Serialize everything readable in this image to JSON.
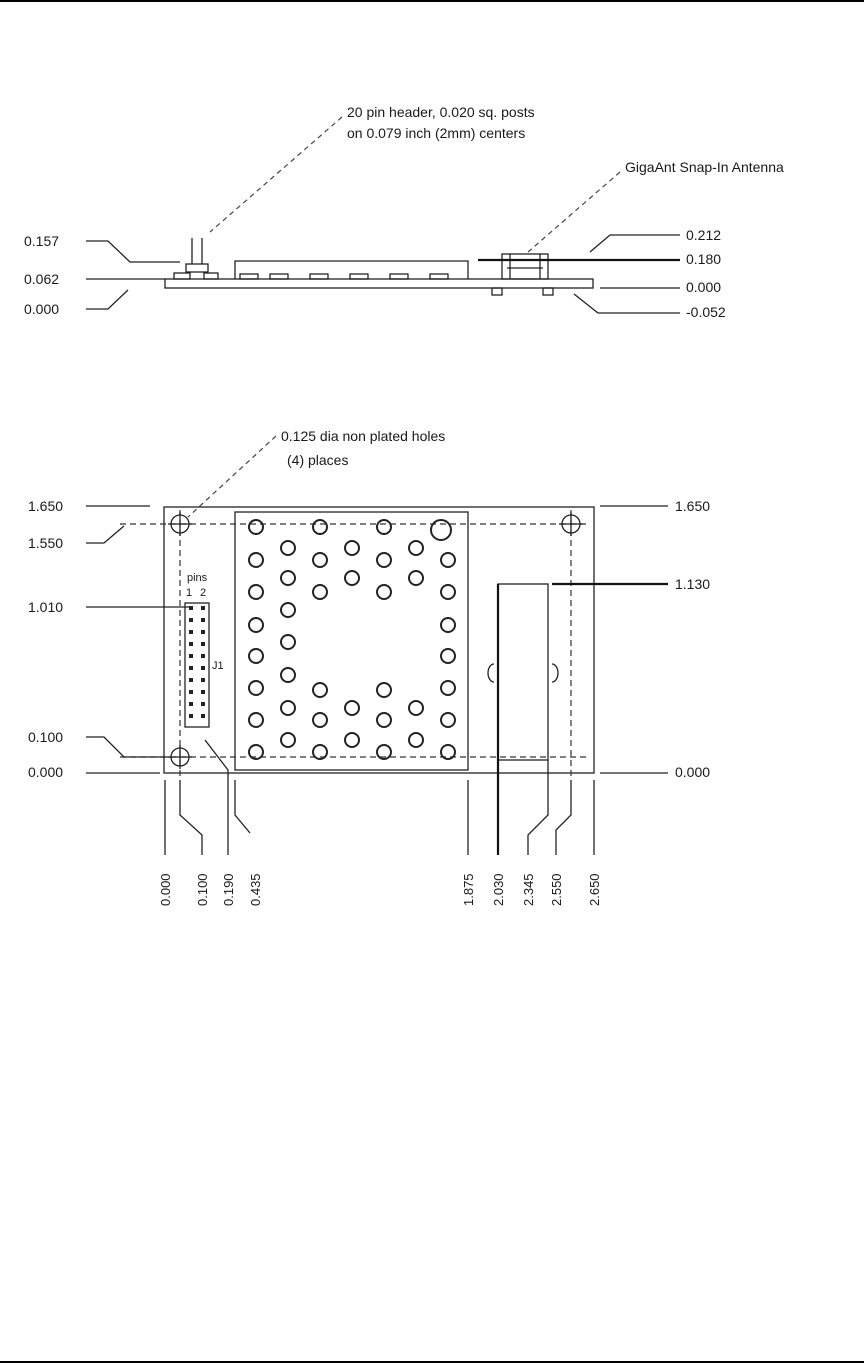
{
  "side_view": {
    "callout_header_line1": "20 pin header, 0.020 sq. posts",
    "callout_header_line2": "on 0.079 inch (2mm) centers",
    "callout_antenna": "GigaAnt  Snap-In Antenna",
    "left_dims": [
      "0.157",
      "0.062",
      "0.000"
    ],
    "right_dims": [
      "0.212",
      "0.180",
      "0.000",
      "-0.052"
    ]
  },
  "top_view": {
    "callout_holes_line1": "0.125 dia non plated holes",
    "callout_holes_line2": "(4) places",
    "left_dims": [
      "1.650",
      "1.550",
      "1.010",
      "0.100",
      "0.000"
    ],
    "right_dims": [
      "1.650",
      "1.130",
      "0.000"
    ],
    "pins_label": "pins",
    "pin1_label": "1",
    "pin2_label": "2",
    "connector_label": "J1",
    "bottom_dims": [
      "0.000",
      "0.100",
      "0.190",
      "0.435",
      "1.875",
      "2.030",
      "2.345",
      "2.550",
      "2.650"
    ]
  }
}
